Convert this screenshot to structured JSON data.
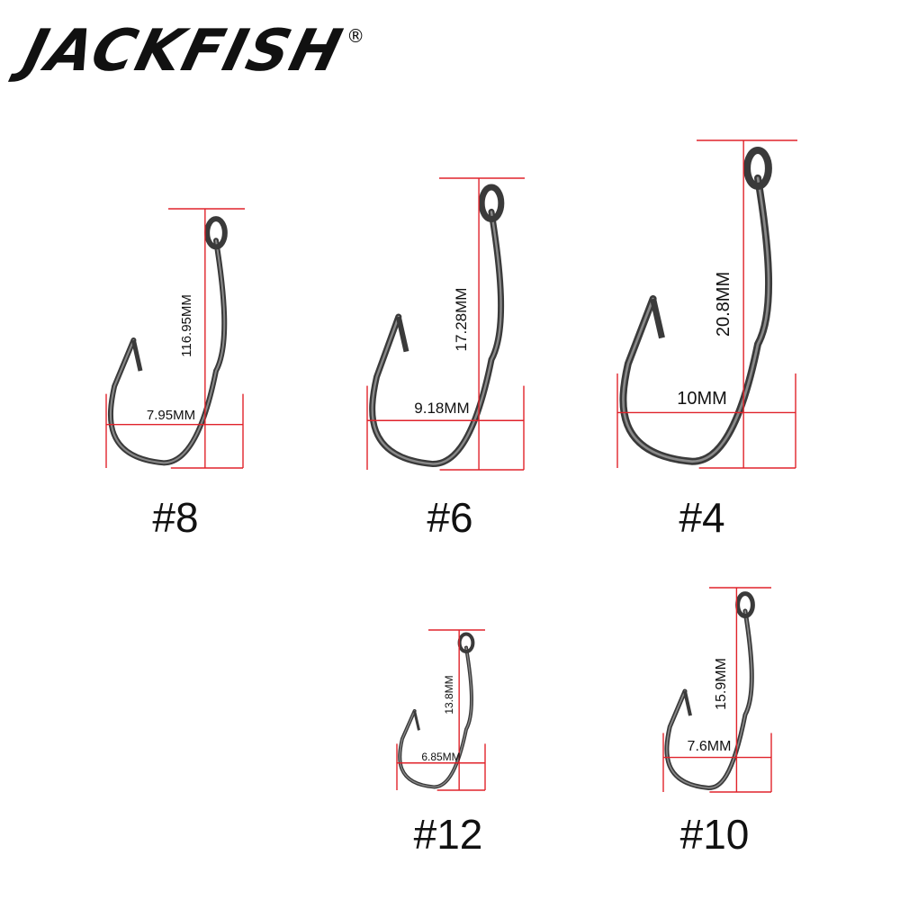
{
  "brand": {
    "name": "JACKFISH",
    "registered": "®"
  },
  "colors": {
    "measure_line": "#e0232b",
    "hook": "#3a3a3a",
    "text": "#111111"
  },
  "hooks": [
    {
      "size": "#8",
      "length_label": "116.95MM",
      "gap_label": "7.95MM"
    },
    {
      "size": "#6",
      "length_label": "17.28MM",
      "gap_label": "9.18MM"
    },
    {
      "size": "#4",
      "length_label": "20.8MM",
      "gap_label": "10MM"
    },
    {
      "size": "#12",
      "length_label": "13.8MM",
      "gap_label": "6.85MM"
    },
    {
      "size": "#10",
      "length_label": "15.9MM",
      "gap_label": "7.6MM"
    }
  ]
}
